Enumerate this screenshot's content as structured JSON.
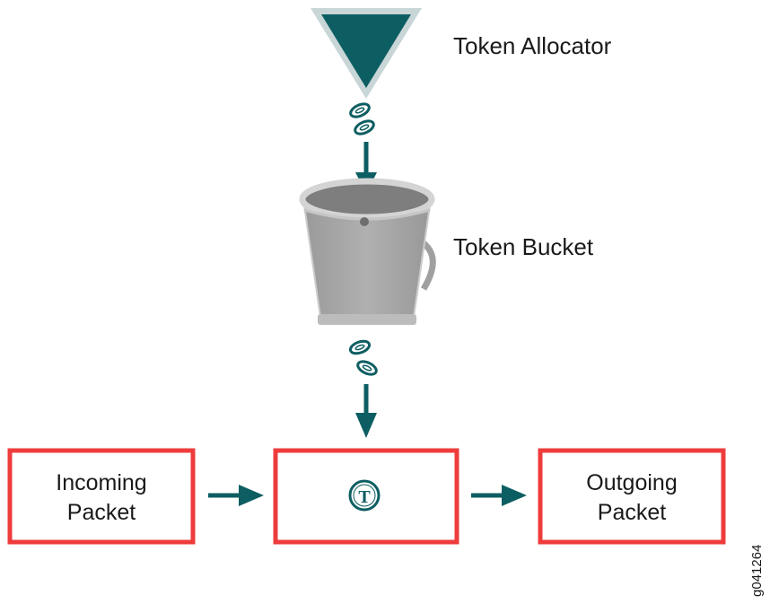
{
  "labels": {
    "allocator": "Token Allocator",
    "bucket": "Token Bucket",
    "incoming_line1": "Incoming",
    "incoming_line2": "Packet",
    "outgoing_line1": "Outgoing",
    "outgoing_line2": "Packet",
    "token_symbol": "T",
    "figure_id": "g041264"
  },
  "colors": {
    "teal": "#0d5e62",
    "box_border": "#ee3c3c",
    "bucket_body": "#a6a6a6",
    "bucket_rim": "#d2d2d2"
  },
  "icons": {
    "allocator": "funnel-triangle-icon",
    "coin": "token-coin-icon",
    "bucket": "bucket-icon",
    "arrow": "arrow-icon"
  }
}
